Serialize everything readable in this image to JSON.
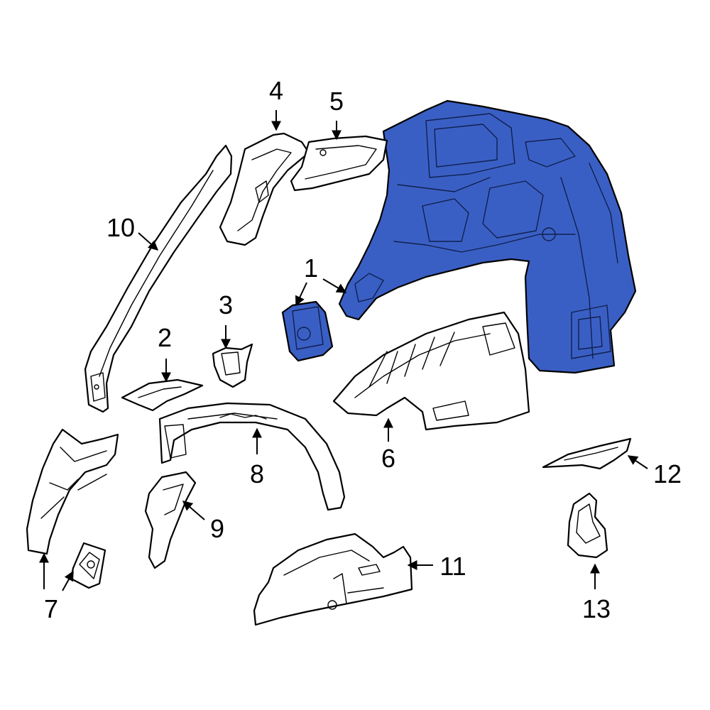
{
  "diagram": {
    "highlight_color": "#3a5fc4",
    "line_color": "#000000",
    "background": "#ffffff",
    "highlighted_part": "1",
    "callouts": [
      {
        "id": "c1",
        "label": "1"
      },
      {
        "id": "c2",
        "label": "2"
      },
      {
        "id": "c3",
        "label": "3"
      },
      {
        "id": "c4",
        "label": "4"
      },
      {
        "id": "c5",
        "label": "5"
      },
      {
        "id": "c6",
        "label": "6"
      },
      {
        "id": "c7",
        "label": "7"
      },
      {
        "id": "c8",
        "label": "8"
      },
      {
        "id": "c9",
        "label": "9"
      },
      {
        "id": "c10",
        "label": "10"
      },
      {
        "id": "c11",
        "label": "11"
      },
      {
        "id": "c12",
        "label": "12"
      },
      {
        "id": "c13",
        "label": "13"
      }
    ]
  }
}
